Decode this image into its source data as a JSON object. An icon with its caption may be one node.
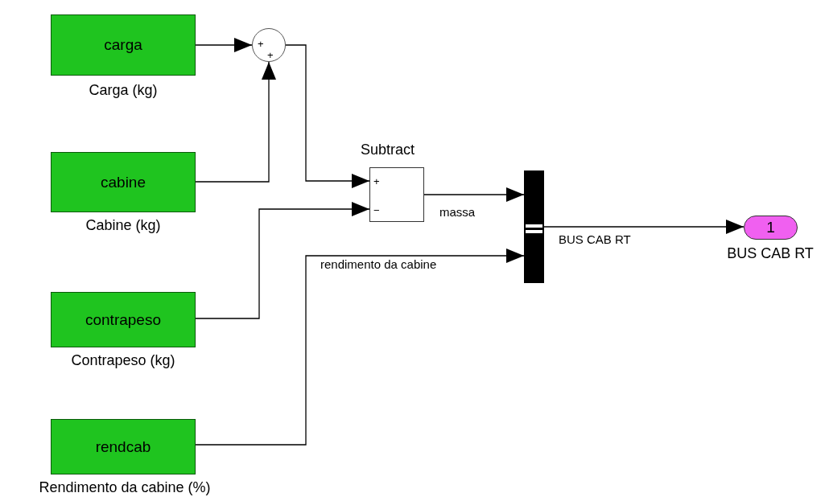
{
  "diagram": {
    "nodes": [
      {
        "text": [
          "carga"
        ],
        "beside": [
          "Carga (kg)"
        ]
      },
      {
        "text": [
          "cabine"
        ],
        "beside": [
          "Cabine (kg)"
        ]
      },
      {
        "text": [
          "contrapeso"
        ],
        "beside": [
          "Contrapeso (kg)"
        ]
      },
      {
        "text": [
          "rendcab"
        ],
        "beside": [
          "Rendimento da cabine (%)"
        ]
      },
      {
        "text": [
          "+",
          "+"
        ]
      },
      {
        "text": [
          "Subtract",
          "+",
          "−"
        ]
      },
      {
        "text": [],
        "shape": "bar"
      },
      {
        "text": [
          "1"
        ],
        "beside": [
          "BUS CAB RT"
        ]
      }
    ],
    "edges": [
      {
        "from": 0,
        "to": 4,
        "arrow": "to"
      },
      {
        "from": 1,
        "to": 4,
        "arrow": "to"
      },
      {
        "from": 4,
        "to": 5,
        "arrow": "to"
      },
      {
        "from": 2,
        "to": 5,
        "arrow": "to"
      },
      {
        "from": 5,
        "to": 6,
        "arrow": "to",
        "label": "massa"
      },
      {
        "from": 3,
        "to": 6,
        "arrow": "to",
        "label": "rendimento da cabine"
      },
      {
        "from": 6,
        "to": 7,
        "arrow": "to",
        "label": "BUS CAB RT"
      }
    ]
  }
}
